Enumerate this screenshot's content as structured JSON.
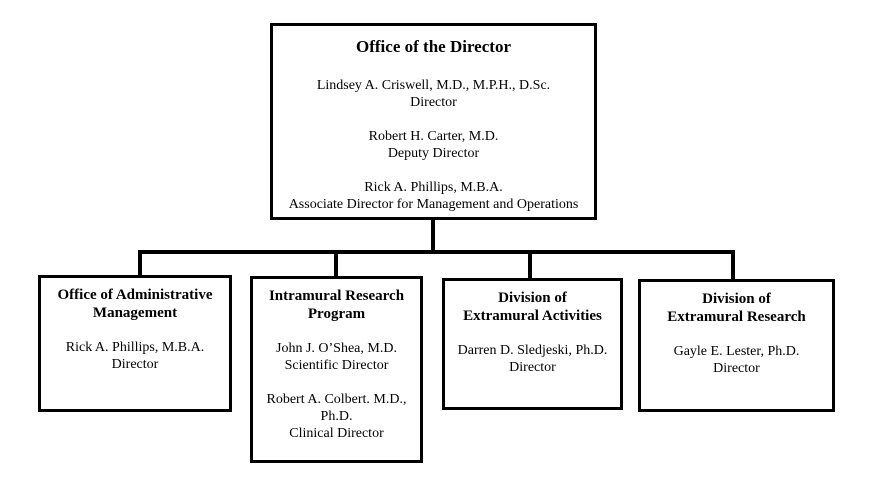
{
  "org_chart": {
    "root": {
      "title": "Office of the Director",
      "people": [
        {
          "name": "Lindsey A. Criswell, M.D., M.P.H., D.Sc.",
          "role": "Director"
        },
        {
          "name": "Robert H. Carter, M.D.",
          "role": "Deputy Director"
        },
        {
          "name": "Rick A. Phillips, M.B.A.",
          "role": "Associate Director for Management and Operations"
        }
      ]
    },
    "children": [
      {
        "title": "Office of Administrative Management",
        "title_lines": [
          "Office of Administrative",
          "Management"
        ],
        "people": [
          {
            "name": "Rick A. Phillips, M.B.A.",
            "role": "Director"
          }
        ]
      },
      {
        "title": "Intramural Research Program",
        "title_lines": [
          "Intramural Research",
          "Program"
        ],
        "people": [
          {
            "name": "John J. O’Shea, M.D.",
            "role": "Scientific Director"
          },
          {
            "name": "Robert A. Colbert. M.D., Ph.D.",
            "role": "Clinical Director"
          }
        ]
      },
      {
        "title": "Division of Extramural Activities",
        "title_lines": [
          "Division of",
          "Extramural Activities"
        ],
        "people": [
          {
            "name": "Darren D. Sledjeski, Ph.D.",
            "role": "Director"
          }
        ]
      },
      {
        "title": "Division of Extramural Research",
        "title_lines": [
          "Division of",
          "Extramural Research"
        ],
        "people": [
          {
            "name": "Gayle E. Lester, Ph.D.",
            "role": "Director"
          }
        ]
      }
    ],
    "colors": {
      "background": "#ffffff",
      "box_border": "#000000",
      "text": "#000000",
      "connector_line": "#000000"
    }
  }
}
